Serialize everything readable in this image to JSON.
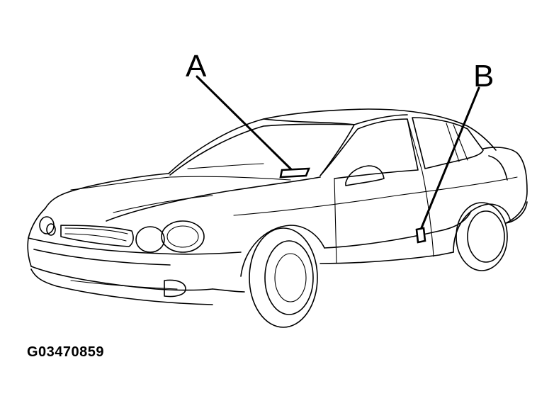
{
  "diagram": {
    "callouts": {
      "a": "A",
      "b": "B"
    },
    "figure_code": "G03470859",
    "colors": {
      "line": "#000000",
      "background": "#ffffff"
    }
  }
}
